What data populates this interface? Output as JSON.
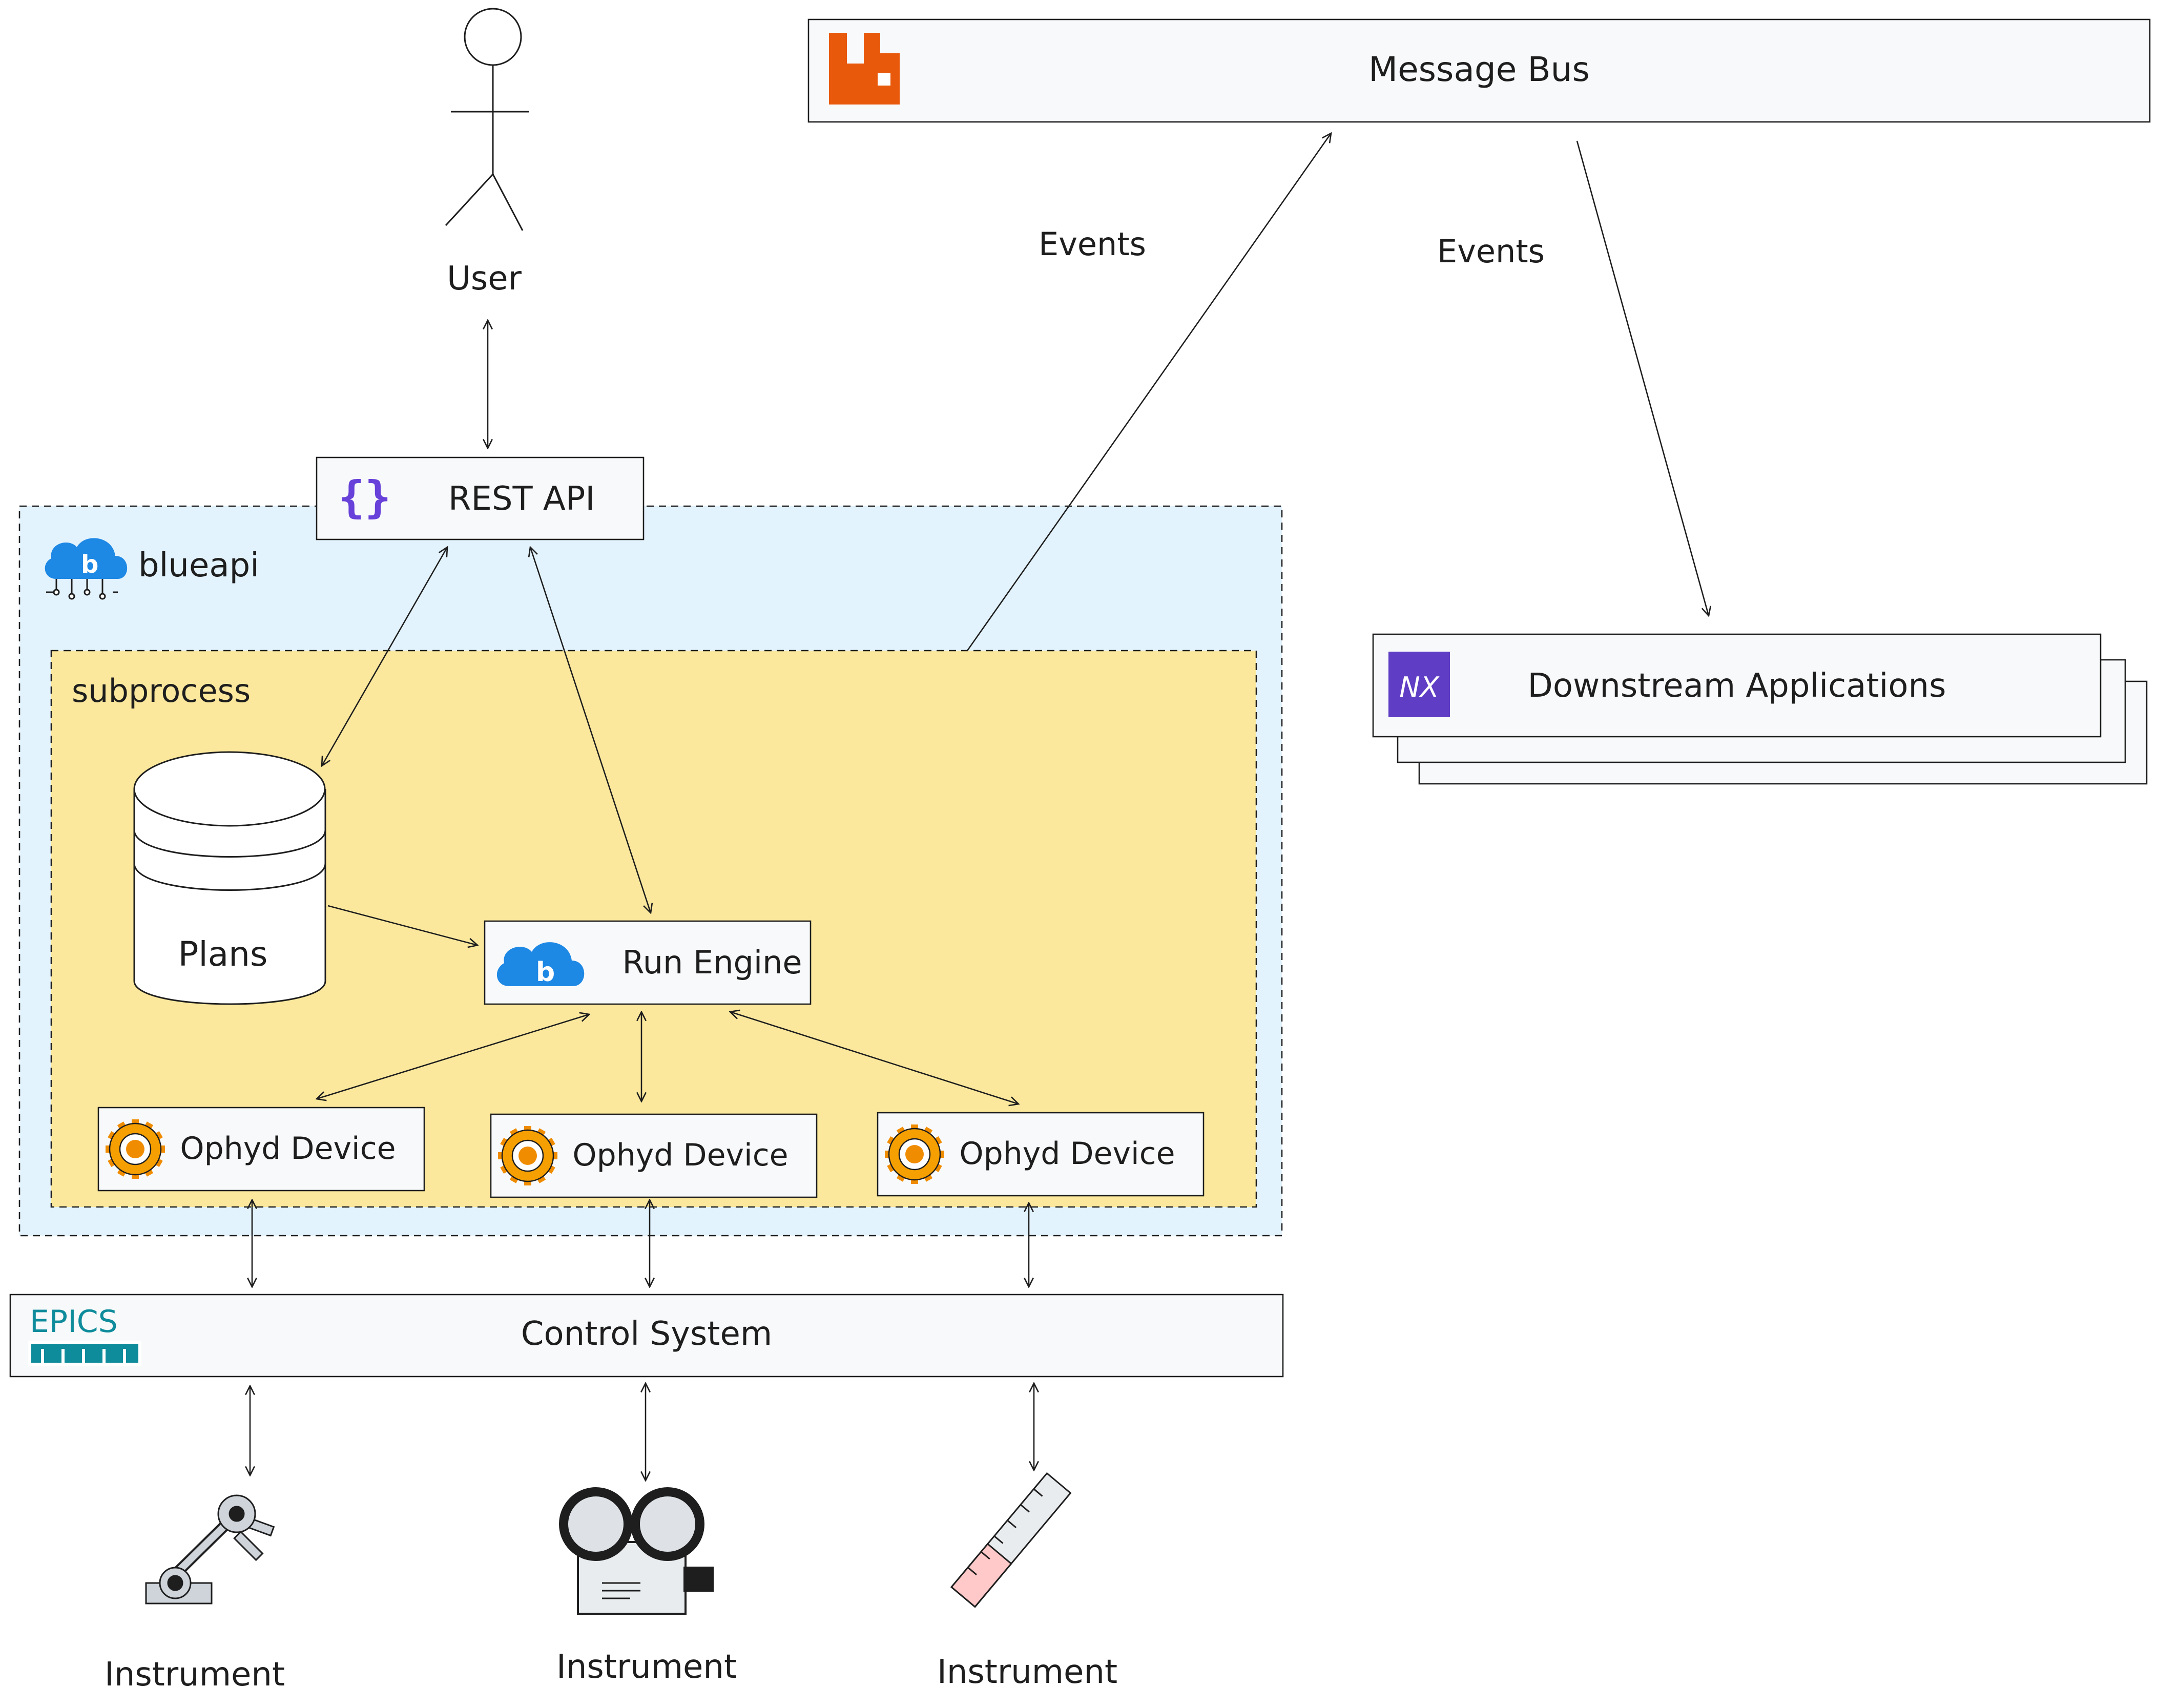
{
  "user": {
    "label": "User"
  },
  "message_bus": {
    "label": "Message Bus",
    "icon": "rabbitmq-icon",
    "icon_color": "#e8590c"
  },
  "rest_api": {
    "label": "REST API",
    "icon": "openapi-braces-icon",
    "icon_color": "#6741d9"
  },
  "blueapi": {
    "label": "blueapi",
    "icon": "cloud-b-icon",
    "fill": "#e3f3fd",
    "icon_color": "#1e88e5"
  },
  "subprocess": {
    "label": "subprocess",
    "fill": "#fbe89d"
  },
  "plans": {
    "label": "Plans"
  },
  "run_engine": {
    "label": "Run Engine",
    "icon": "cloud-b-icon"
  },
  "ophyd_devices": [
    {
      "label": "Ophyd Device",
      "icon": "ophyd-gear-icon"
    },
    {
      "label": "Ophyd Device",
      "icon": "ophyd-gear-icon"
    },
    {
      "label": "Ophyd Device",
      "icon": "ophyd-gear-icon"
    }
  ],
  "control_system": {
    "label": "Control System",
    "logo_text": "EPICS",
    "logo_color": "#0f8c9c"
  },
  "instruments": [
    {
      "label": "Instrument",
      "icon": "robot-arm-icon"
    },
    {
      "label": "Instrument",
      "icon": "camera-icon"
    },
    {
      "label": "Instrument",
      "icon": "thermometer-icon"
    }
  ],
  "edges": {
    "events_up": "Events",
    "events_down": "Events"
  },
  "downstream": {
    "label": "Downstream Applications",
    "icon": "nx-icon",
    "icon_color": "#5f3dc4",
    "icon_text": "NX"
  }
}
